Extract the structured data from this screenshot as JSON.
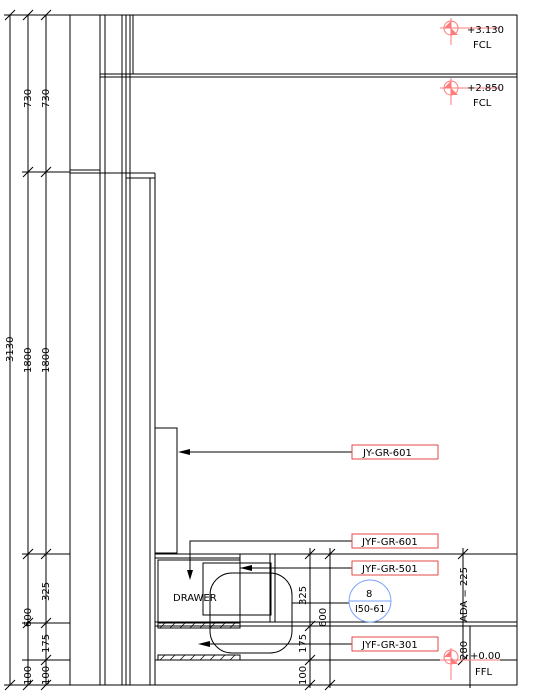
{
  "colors": {
    "line": "#000000",
    "tag": "#e34a4a",
    "accent_blue": "#7aa2ff",
    "level_marker": "#ff7a7a"
  },
  "levels": {
    "top": {
      "value": "+3.130",
      "label": "FCL"
    },
    "second": {
      "value": "+2.850",
      "label": "FCL"
    },
    "floor": {
      "value": "+0.00",
      "label": "FFL"
    }
  },
  "dimensions_left": {
    "outer": [
      "3130"
    ],
    "middle": [
      "730",
      "1800",
      "600",
      "100"
    ],
    "inner": [
      "730",
      "1800",
      "325",
      "175",
      "100"
    ]
  },
  "dimensions_right": {
    "col_a": [
      "325",
      "175",
      "100"
    ],
    "col_b": [
      "600"
    ],
    "ada": "ADA = 225",
    "small": "280"
  },
  "tags": {
    "t1": "JY-GR-601",
    "t2": "JYF-GR-601",
    "t3": "JYF-GR-501",
    "t4": "JYF-GR-301"
  },
  "drawer_label": "DRAWER",
  "detail_callout": {
    "number": "8",
    "sheet": "I50-61"
  }
}
